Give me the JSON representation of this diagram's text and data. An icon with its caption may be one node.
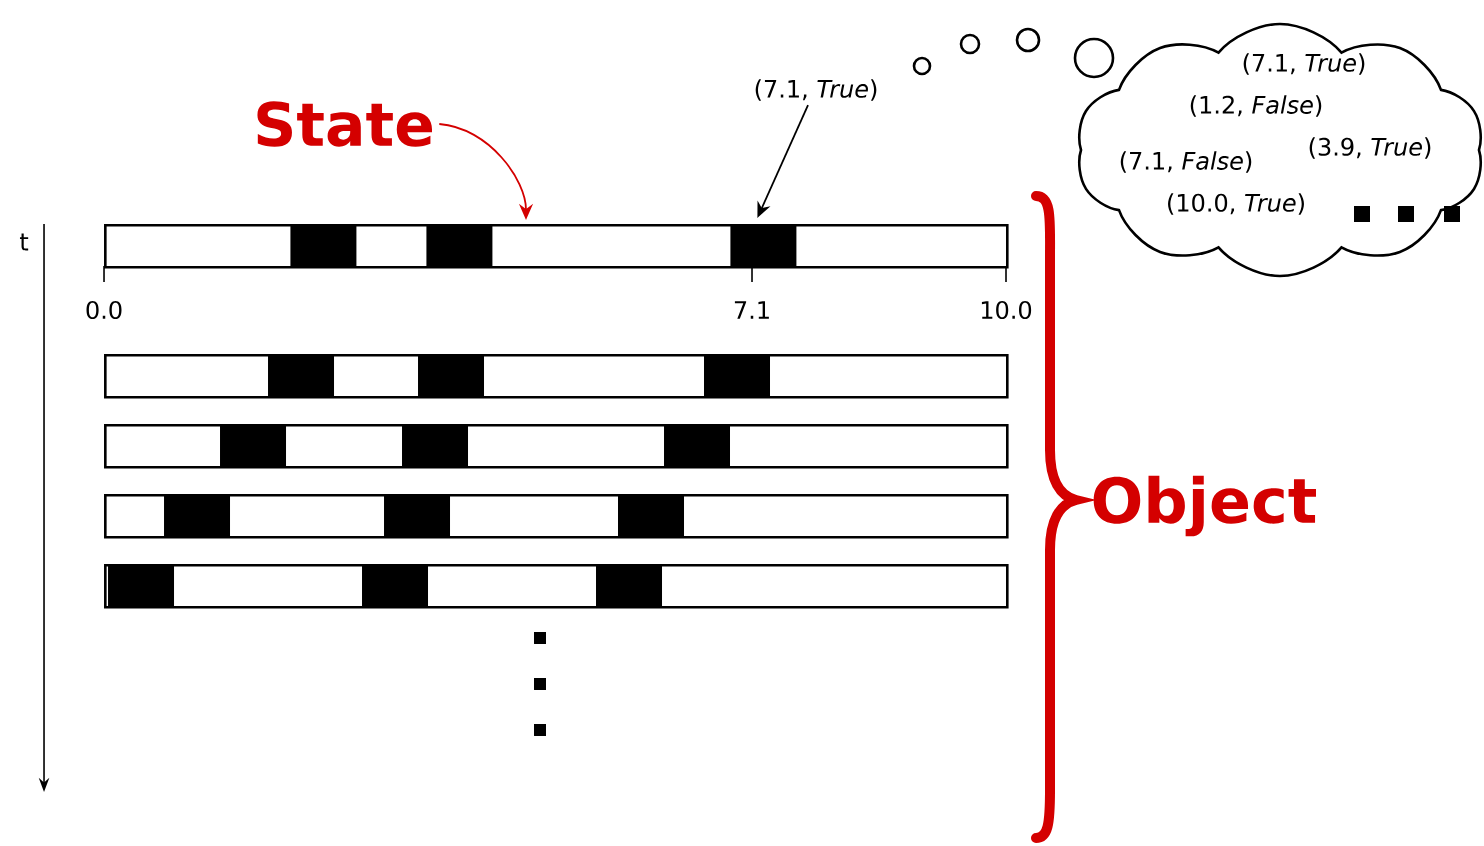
{
  "diagram": {
    "nodes": [
      {
        "text": [
          "State"
        ]
      },
      {
        "text": [
          "(7.1, *True*)"
        ]
      },
      {
        "text": [
          "(7.1, *True*)",
          "(1.2, *False*)",
          "(3.9, *True*)",
          "(7.1, *False*)",
          "(10.0, *True*)"
        ]
      },
      {
        "text": [],
        "shape": "bar"
      },
      {
        "text": [],
        "shape": "box",
        "in": 3
      },
      {
        "text": [],
        "shape": "box",
        "in": 3
      },
      {
        "text": [],
        "shape": "box",
        "in": 3
      },
      {
        "text": [],
        "shape": "bar"
      },
      {
        "text": [],
        "shape": "bar"
      },
      {
        "text": [],
        "shape": "bar"
      },
      {
        "text": [],
        "shape": "bar"
      },
      {
        "text": [
          "Object"
        ]
      }
    ],
    "edges": [
      {
        "from": 0,
        "to": 3,
        "arrow": "to",
        "color": "#d40000"
      },
      {
        "from": 1,
        "to": 6,
        "arrow": "to",
        "color": "#000000"
      }
    ],
    "labels": [
      "t",
      "0.0",
      "7.1",
      "10.0"
    ]
  }
}
